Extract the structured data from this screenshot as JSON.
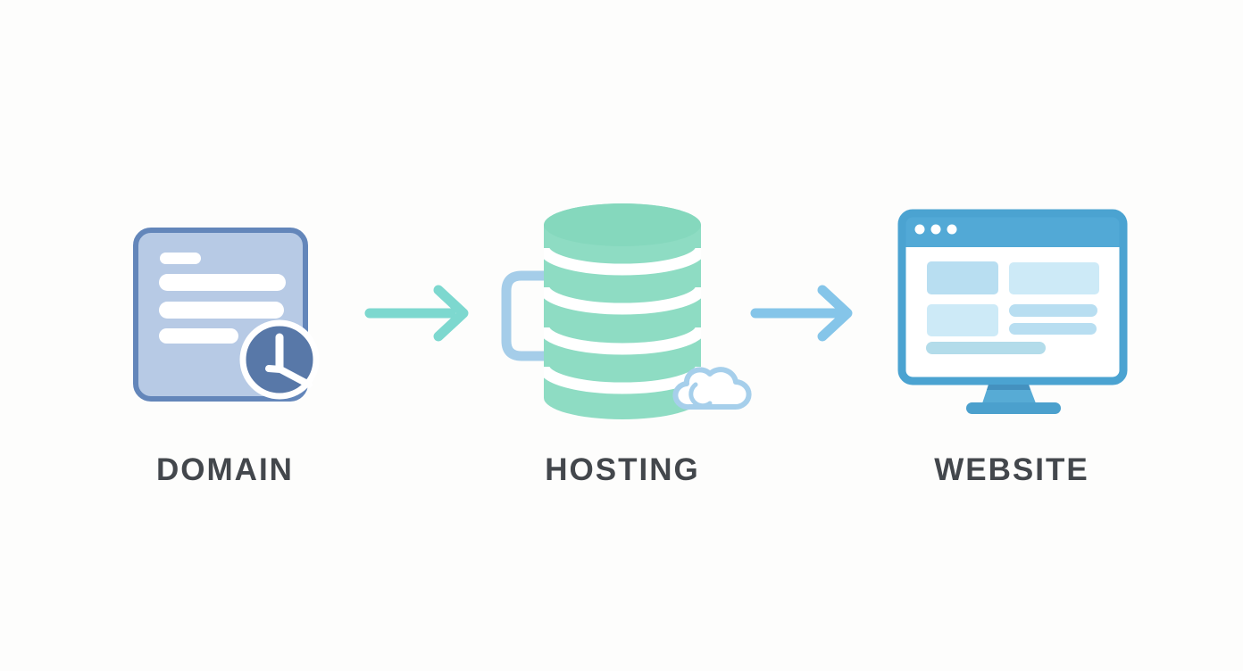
{
  "diagram": {
    "items": [
      {
        "id": "domain",
        "label": "DOMAIN",
        "icon": "document-clock-icon"
      },
      {
        "id": "hosting",
        "label": "HOSTING",
        "icon": "database-cloud-icon"
      },
      {
        "id": "website",
        "label": "WEBSITE",
        "icon": "monitor-icon"
      }
    ],
    "arrows": [
      {
        "from": "domain",
        "to": "hosting",
        "color": "#7dd8cf"
      },
      {
        "from": "hosting",
        "to": "website",
        "color": "#85c5e9"
      }
    ],
    "colors": {
      "background": "#fdfdfc",
      "label_text": "#43474c",
      "domain_fill": "#b7cae5",
      "domain_border": "#6386ba",
      "clock_badge": "#5878a8",
      "hosting_fill": "#8edcc3",
      "hosting_top": "#85d8bd",
      "bracket": "#a5cde9",
      "cloud_outline": "#a6cfeb",
      "monitor_blue": "#4ba3d1",
      "monitor_block_dark": "#b8def1",
      "monitor_block_light": "#cdeaf7"
    }
  }
}
